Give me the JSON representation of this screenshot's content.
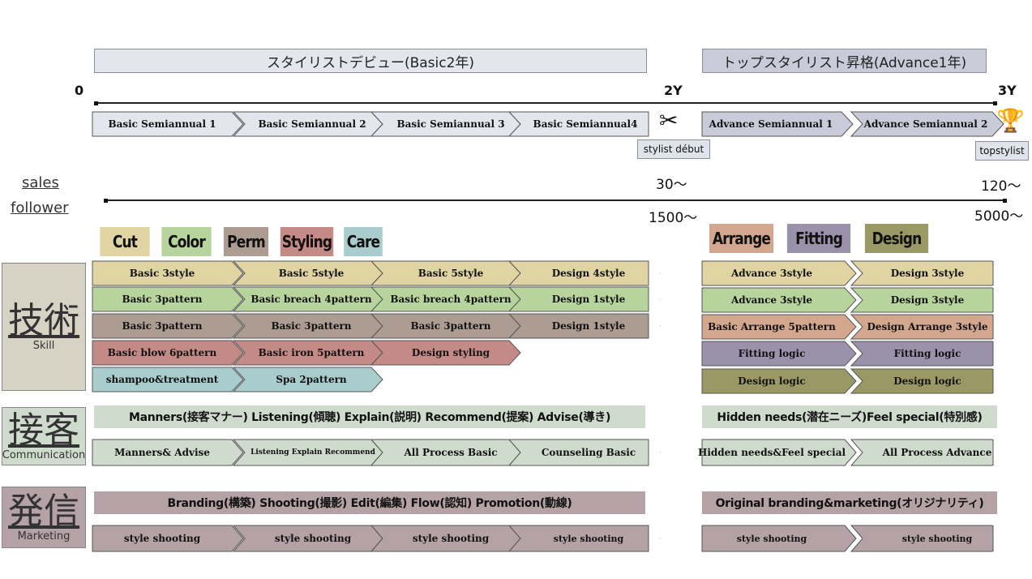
{
  "phases": {
    "basic": "スタイリストデビュー(Basic2年)",
    "advance": "トップスタイリスト昇格(Advance1年)"
  },
  "timeline": {
    "t0": "0",
    "t2": "2Y",
    "t3": "3Y"
  },
  "semiannual": {
    "basic": [
      "Basic Semiannual 1",
      "Basic Semiannual 2",
      "Basic Semiannual 3",
      "Basic Semiannual4"
    ],
    "advance": [
      "Advance Semiannual 1",
      "Advance Semiannual 2"
    ]
  },
  "milestones": {
    "debut": "stylist début",
    "top": "topstylist",
    "scissors_icon": "scissors-icon",
    "trophy_icon": "trophy-icon"
  },
  "metrics": {
    "sales": "sales",
    "follower": "follower",
    "sales_2y": "30〜",
    "sales_3y": "120〜",
    "follower_2y": "1500〜",
    "follower_3y": "5000〜"
  },
  "categories": {
    "basic": [
      {
        "label": "Cut",
        "color": "#e0d4a2"
      },
      {
        "label": "Color",
        "color": "#b6d49c"
      },
      {
        "label": "Perm",
        "color": "#ad9c92"
      },
      {
        "label": "Styling",
        "color": "#c48a86"
      },
      {
        "label": "Care",
        "color": "#a9cdcc"
      }
    ],
    "advance": [
      {
        "label": "Arrange",
        "color": "#d3a68e"
      },
      {
        "label": "Fitting",
        "color": "#9a91aa"
      },
      {
        "label": "Design",
        "color": "#9a9966"
      }
    ]
  },
  "skill": {
    "title": "技術",
    "subtitle": "Skill",
    "basic_rows": [
      {
        "color": "#e0d4a2",
        "cells": [
          "Basic 3style",
          "Basic 5style",
          "Basic 5style",
          "Design 4style"
        ]
      },
      {
        "color": "#b6d49c",
        "cells": [
          "Basic 3pattern",
          "Basic breach 4pattern",
          "Basic breach 4pattern",
          "Design 1style"
        ]
      },
      {
        "color": "#ad9c92",
        "cells": [
          "Basic 3pattern",
          "Basic 3pattern",
          "Basic 3pattern",
          "Design 1style"
        ]
      },
      {
        "color": "#c48a86",
        "cells": [
          "Basic blow 6pattern",
          "Basic iron 5pattern",
          "Design styling"
        ]
      },
      {
        "color": "#a9cdcc",
        "cells": [
          "shampoo&treatment",
          "Spa 2pattern"
        ]
      }
    ],
    "advance_rows": [
      {
        "color": "#e0d4a2",
        "cells": [
          "Advance  3style",
          "Design 3style"
        ]
      },
      {
        "color": "#b6d49c",
        "cells": [
          "Advance  3style",
          "Design 3style"
        ]
      },
      {
        "color": "#d3a68e",
        "cells": [
          "Basic Arrange 5pattern",
          "Design Arrange 3style"
        ]
      },
      {
        "color": "#9a91aa",
        "cells": [
          "Fitting logic",
          "Fitting logic"
        ]
      },
      {
        "color": "#9a9966",
        "cells": [
          "Design logic",
          "Design logic"
        ]
      }
    ]
  },
  "communication": {
    "title": "接客",
    "subtitle": "Communication",
    "band_basic": "Manners(接客マナー)  Listening(傾聴)  Explain(説明)  Recommend(提案)  Advise(導き)",
    "band_advance": "Hidden  needs(潜在ニーズ)Feel  special(特別感)",
    "cells_basic": [
      "Manners& Advise",
      "Listening Explain Recommend",
      "All Process Basic",
      "Counseling Basic"
    ],
    "cells_advance": [
      "Hidden needs&Feel special",
      "All Process Advance"
    ],
    "color": "#cfdccd"
  },
  "marketing": {
    "title": "発信",
    "subtitle": "Marketing",
    "band_basic": "Branding(構築)  Shooting(撮影)  Edit(編集)  Flow(認知)  Promotion(動線)",
    "band_advance": "Original  branding&marketing(オリジナリティ)",
    "cells_basic": [
      "style shooting",
      "style shooting",
      "style shooting",
      "style shooting"
    ],
    "cells_advance": [
      "style shooting",
      "style shooting"
    ],
    "color": "#b5a2a6"
  }
}
